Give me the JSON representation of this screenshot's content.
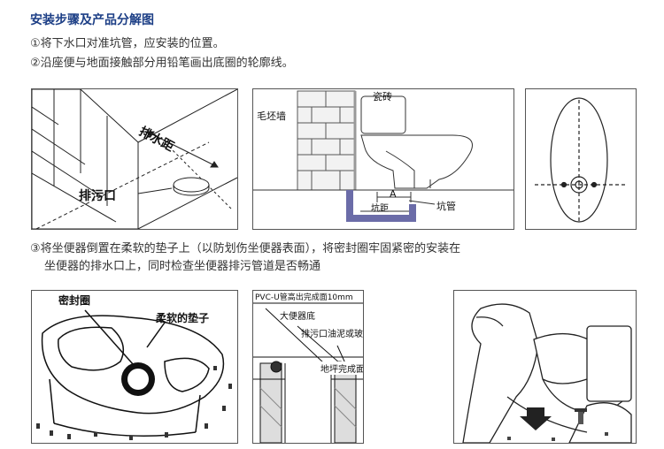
{
  "header": {
    "title": "安装步骤及产品分解图"
  },
  "steps": {
    "s1": "①将下水口对准坑管，应安装的位置。",
    "s2": "②沿座便与地面接触部分用铅笔画出底圈的轮廓线。",
    "s3a": "③将坐便器倒置在柔软的垫子上（以防划伤坐便器表面），将密封圈牢固紧密的安装在",
    "s3b": "坐便器的排水口上，同时检查坐便器排污管道是否畅通"
  },
  "panels": {
    "p1": {
      "label_distance": "排水距",
      "label_outlet": "排污口"
    },
    "p2": {
      "label_wall": "毛坯墙",
      "label_tile": "瓷砖",
      "label_a": "A",
      "label_pit_distance": "坑距",
      "label_pipe": "坑管"
    },
    "p4": {
      "label_seal": "密封圈",
      "label_cushion": "柔软的垫子"
    },
    "p5": {
      "label_pvc": "PVC-U管高出完成面10mm",
      "label_base": "大便器底",
      "label_outlet_mud": "排污口油泥或玻璃胶",
      "label_floor": "地坪完成面"
    }
  }
}
